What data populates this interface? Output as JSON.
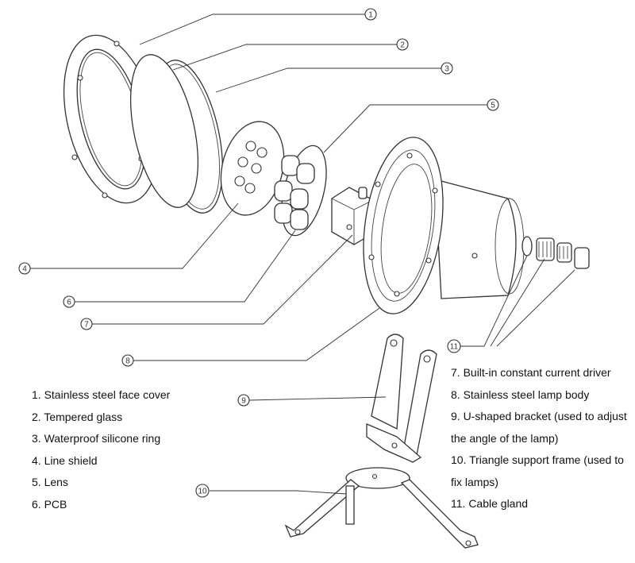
{
  "callouts": [
    {
      "num": "1"
    },
    {
      "num": "2"
    },
    {
      "num": "3"
    },
    {
      "num": "4"
    },
    {
      "num": "5"
    },
    {
      "num": "6"
    },
    {
      "num": "7"
    },
    {
      "num": "8"
    },
    {
      "num": "9"
    },
    {
      "num": "10"
    },
    {
      "num": "11"
    }
  ],
  "legend_left": [
    "1. Stainless steel face cover",
    "2. Tempered glass",
    "3. Waterproof silicone ring",
    "4. Line shield",
    "5. Lens",
    "6. PCB"
  ],
  "legend_right": [
    "7. Built-in constant current driver",
    "8. Stainless steel lamp body",
    "9. U-shaped bracket (used to adjust the angle of the lamp)",
    "10. Triangle support frame (used to fix lamps)",
    "11. Cable gland"
  ]
}
